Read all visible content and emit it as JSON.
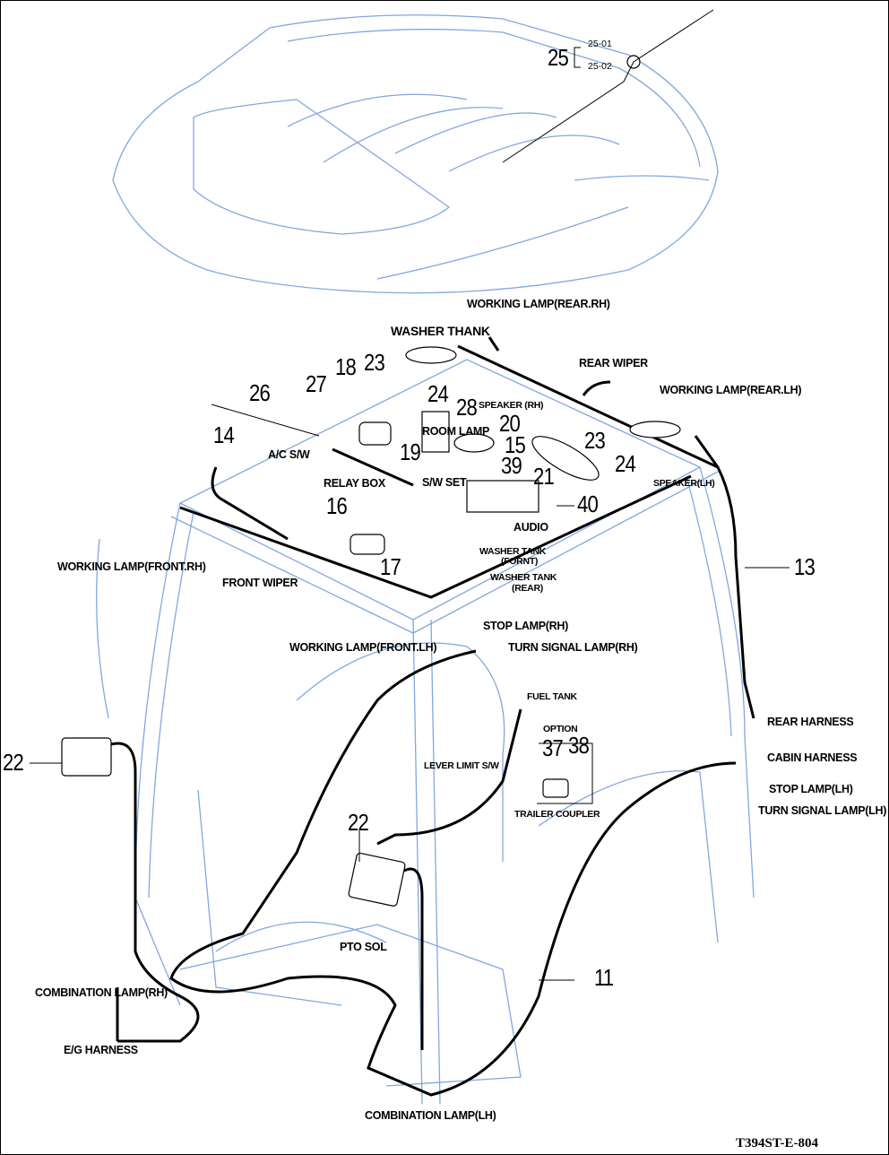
{
  "diagram": {
    "drawing_code": "T394ST-E-804",
    "callouts": [
      "25",
      "25-01",
      "25-02",
      "18",
      "23",
      "24",
      "28",
      "26",
      "27",
      "20",
      "15",
      "23",
      "14",
      "19",
      "39",
      "21",
      "24",
      "40",
      "16",
      "17",
      "13",
      "37",
      "38",
      "22",
      "22",
      "11"
    ],
    "labels": [
      "WORKING LAMP(REAR.RH)",
      "WASHER THANK",
      "SPEAKER (RH)",
      "REAR WIPER",
      "WORKING LAMP(REAR.LH)",
      "ROOM LAMP",
      "A/C S/W",
      "SPEAKER(LH)",
      "RELAY BOX",
      "S/W SET",
      "AUDIO",
      "WASHER TANK",
      "(FORNT)",
      "WASHER TANK",
      "(REAR)",
      "WORKING LAMP(FRONT.RH)",
      "FRONT WIPER",
      "STOP LAMP(RH)",
      "WORKING LAMP(FRONT.LH)",
      "TURN SIGNAL LAMP(RH)",
      "FUEL TANK",
      "REAR HARNESS",
      "OPTION",
      "CABIN HARNESS",
      "LEVER LIMIT S/W",
      "STOP LAMP(LH)",
      "TURN SIGNAL LAMP(LH)",
      "TRAILER COUPLER",
      "PTO SOL",
      "COMBINATION LAMP(RH)",
      "E/G HARNESS",
      "COMBINATION LAMP(LH)"
    ],
    "colors": {
      "frame": "#7fa8e0",
      "harness": "#000000"
    }
  }
}
